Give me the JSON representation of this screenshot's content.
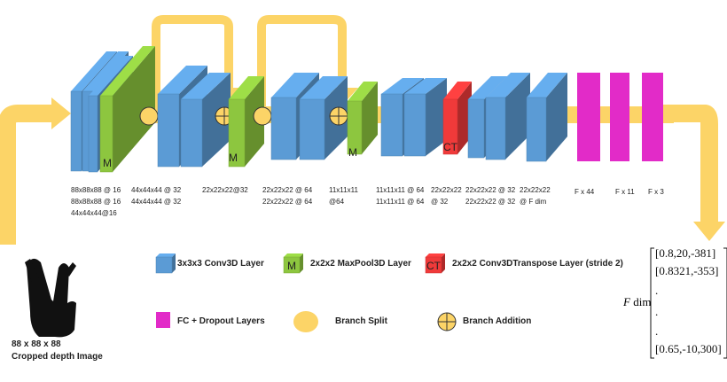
{
  "colors": {
    "conv": "#5b9bd5",
    "conv_dark": "#2e6aa7",
    "pool": "#8dc63f",
    "pool_dark": "#5f9a23",
    "transpose": "#f03a3a",
    "fc": "#e22bc8",
    "branch": "#fcd467"
  },
  "blocks": {
    "pool_marker": "M",
    "transpose_marker": "CT"
  },
  "stage_labels": [
    {
      "lines": [
        "88x88x88 @ 16",
        "88x88x88 @ 16",
        "44x44x44@16"
      ]
    },
    {
      "lines": [
        "44x44x44 @ 32",
        "44x44x44 @ 32"
      ]
    },
    {
      "lines": [
        "22x22x22@32"
      ]
    },
    {
      "lines": [
        "22x22x22 @ 64",
        "22x22x22 @ 64"
      ]
    },
    {
      "lines": [
        "11x11x11",
        "@64"
      ]
    },
    {
      "lines": [
        "11x11x11 @ 64",
        "11x11x11 @ 64"
      ]
    },
    {
      "lines": [
        "22x22x22",
        "@ 32"
      ]
    },
    {
      "lines": [
        "22x22x22 @ 32",
        "22x22x22 @ 32"
      ]
    },
    {
      "lines": [
        "22x22x22",
        "@ F dim"
      ]
    },
    {
      "lines": [
        "F x 44"
      ]
    },
    {
      "lines": [
        "F x 11"
      ]
    },
    {
      "lines": [
        "F x 3"
      ]
    }
  ],
  "legend": {
    "conv": "3x3x3 Conv3D Layer",
    "pool": "2x2x2 MaxPool3D Layer",
    "transpose": "2x2x2 Conv3DTranspose Layer (stride 2)",
    "fc": "FC + Dropout Layers",
    "split": "Branch Split",
    "add": "Branch Addition"
  },
  "input_caption": [
    "88 x 88 x 88",
    "Cropped depth Image"
  ],
  "output": {
    "f_symbol": "F",
    "dim_label": " dim",
    "rows": [
      "[0.8,20,-381]",
      "[0.8321,-353]",
      ".",
      ".",
      ".",
      "[0.65,-10,300]"
    ]
  }
}
